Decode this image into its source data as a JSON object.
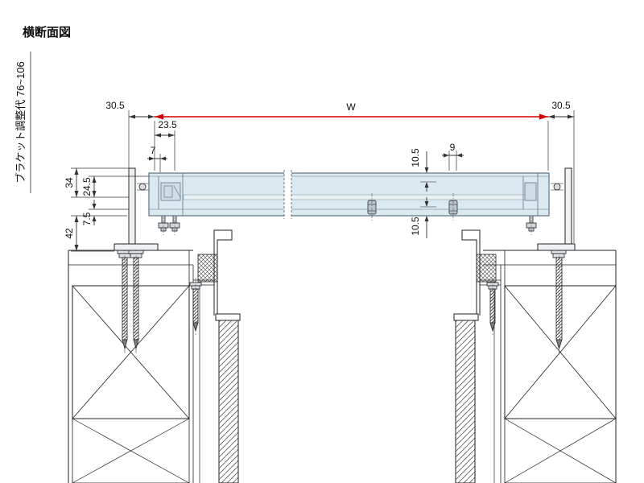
{
  "title": "横断面図",
  "side_label": "ブラケット調整代 76~106",
  "dimensions": {
    "width_label": "W",
    "left_offset": "30.5",
    "right_offset": "30.5",
    "box_end": "23.5",
    "front_lip": "7",
    "roller": "9",
    "guide_upper": "10.5",
    "guide_lower": "10.5",
    "bracket_face": "34",
    "rail_depth": "24.5",
    "rear_lip": "7.5",
    "bracket_leg": "42"
  },
  "colors": {
    "dimension_accent": "#d40000",
    "rail_fill": "#dbe9f0",
    "outline": "#222222"
  }
}
